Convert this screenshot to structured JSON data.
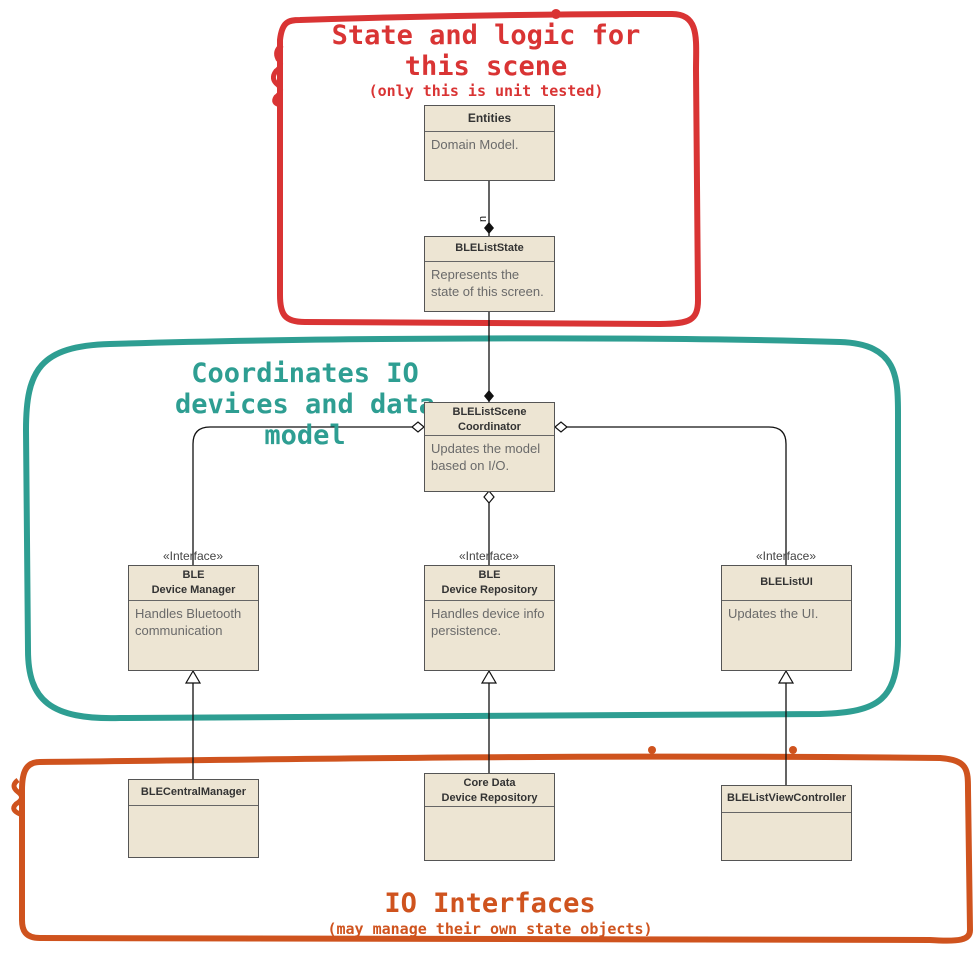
{
  "annotations": {
    "state_title": "State and logic for this scene",
    "state_note": "(only this is unit tested)",
    "coord_title": "Coordinates IO devices and data model",
    "io_title": "IO Interfaces",
    "io_note": "(may manage their own state objects)"
  },
  "colors": {
    "state_region": "#d93434",
    "coordinator_region": "#2e9e92",
    "io_region": "#cf531e",
    "box_fill": "#ede5d3"
  },
  "classes": {
    "entities": {
      "name": [
        "Entities"
      ],
      "desc": "Domain Model."
    },
    "list_state": {
      "name": [
        "BLEListState"
      ],
      "desc": "Represents the state of this screen."
    },
    "coordinator": {
      "name": [
        "BLEListScene",
        "Coordinator"
      ],
      "desc": "Updates the model based on I/O."
    },
    "device_manager": {
      "stereotype": "«Interface»",
      "name": [
        "BLE",
        "Device Manager"
      ],
      "desc": "Handles Bluetooth communication"
    },
    "device_repository": {
      "stereotype": "«Interface»",
      "name": [
        "BLE",
        "Device Repository"
      ],
      "desc": "Handles device info persistence."
    },
    "list_ui": {
      "stereotype": "«Interface»",
      "name": [
        "BLEListUI"
      ],
      "desc": "Updates the UI."
    },
    "central_manager": {
      "name": [
        "BLECentralManager"
      ],
      "desc": ""
    },
    "core_data_repository": {
      "name": [
        "Core Data",
        "Device Repository"
      ],
      "desc": ""
    },
    "view_controller": {
      "name": [
        "BLEListViewController"
      ],
      "desc": ""
    }
  },
  "relations": [
    {
      "from": "list_state",
      "to": "entities",
      "type": "composition",
      "label": "n"
    },
    {
      "from": "coordinator",
      "to": "list_state",
      "type": "composition"
    },
    {
      "from": "coordinator",
      "to": "device_manager",
      "type": "aggregation"
    },
    {
      "from": "coordinator",
      "to": "device_repository",
      "type": "aggregation"
    },
    {
      "from": "coordinator",
      "to": "list_ui",
      "type": "aggregation"
    },
    {
      "from": "central_manager",
      "to": "device_manager",
      "type": "realization"
    },
    {
      "from": "core_data_repository",
      "to": "device_repository",
      "type": "realization"
    },
    {
      "from": "view_controller",
      "to": "list_ui",
      "type": "realization"
    }
  ]
}
